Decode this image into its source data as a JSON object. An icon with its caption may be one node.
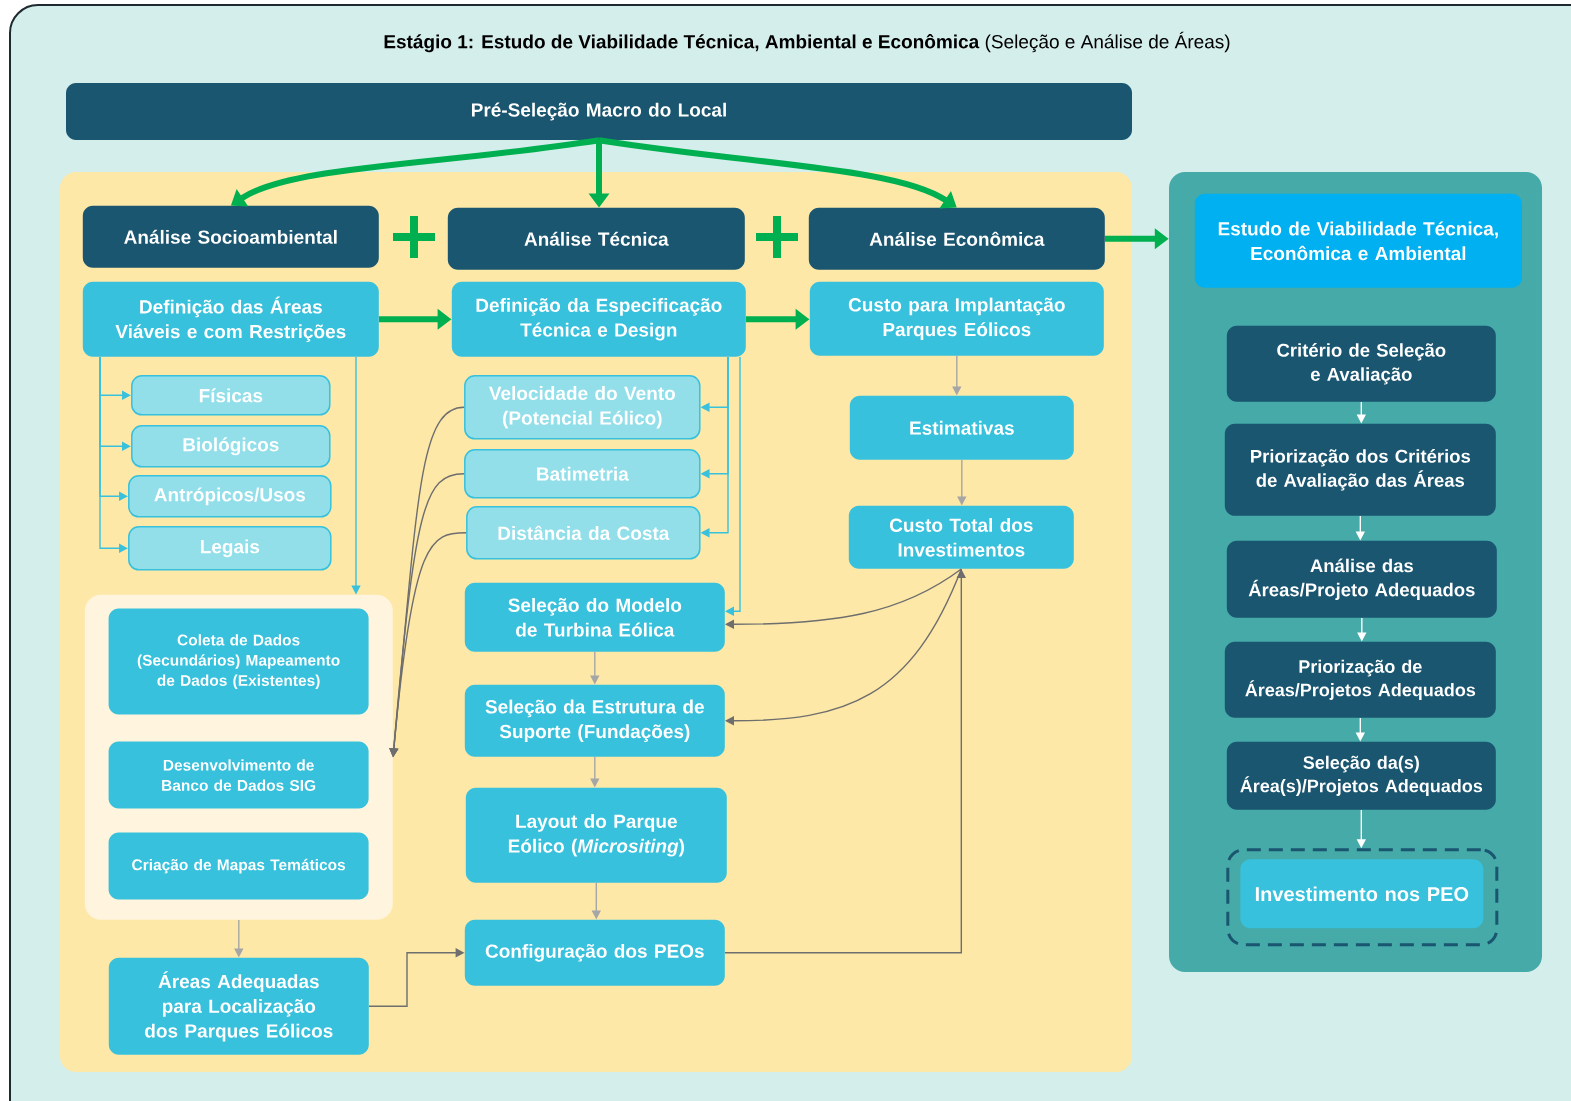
{
  "diagram": {
    "title": "**Estágio 1: Estudo de Viabilidade Técnica, Ambiental e Econômica** (Seleção e Análise de Áreas)",
    "nodes": [
      {
        "text": [
          "Pré-Seleção Macro do Local"
        ]
      },
      {
        "text": [],
        "shape": "box"
      },
      {
        "text": [
          "Análise Socioambiental"
        ],
        "in": 1
      },
      {
        "text": [
          "Análise Técnica"
        ],
        "in": 1
      },
      {
        "text": [
          "Análise Econômica"
        ],
        "in": 1
      },
      {
        "text": [
          "Definição das Áreas Viáveis e com Restrições"
        ],
        "in": 1
      },
      {
        "text": [
          "Físicas"
        ],
        "in": 1
      },
      {
        "text": [
          "Biológicos"
        ],
        "in": 1
      },
      {
        "text": [
          "Antrópicos/Usos"
        ],
        "in": 1
      },
      {
        "text": [
          "Legais"
        ],
        "in": 1
      },
      {
        "text": [],
        "shape": "box",
        "in": 1
      },
      {
        "text": [
          "Coleta de Dados (Secundários) Mapeamento de Dados (Existentes)"
        ],
        "in": 10
      },
      {
        "text": [
          "Desenvolvimento de Banco de Dados SIG"
        ],
        "in": 10
      },
      {
        "text": [
          "Criação de Mapas Temáticos"
        ],
        "in": 10
      },
      {
        "text": [
          "Áreas Adequadas para Localização dos Parques Eólicos"
        ],
        "in": 1
      },
      {
        "text": [
          "Definição da Especificação Técnica e Design"
        ],
        "in": 1
      },
      {
        "text": [
          "Velocidade do Vento (Potencial Eólico)"
        ],
        "in": 1
      },
      {
        "text": [
          "Batimetria"
        ],
        "in": 1
      },
      {
        "text": [
          "Distância da Costa"
        ],
        "in": 1
      },
      {
        "text": [
          "Seleção do Modelo de Turbina Eólica"
        ],
        "in": 1
      },
      {
        "text": [
          "Seleção da Estrutura de Suporte (Fundações)"
        ],
        "in": 1
      },
      {
        "text": [
          "Layout do Parque Eólico (*Micrositing*)"
        ],
        "in": 1
      },
      {
        "text": [
          "Configuração dos PEOs"
        ],
        "in": 1
      },
      {
        "text": [
          "Custo para Implantação Parques Eólicos"
        ],
        "in": 1
      },
      {
        "text": [
          "Estimativas"
        ],
        "in": 1
      },
      {
        "text": [
          "Custo Total dos Investimentos"
        ],
        "in": 1
      },
      {
        "text": [],
        "shape": "box"
      },
      {
        "text": [
          "Estudo de Viabilidade Técnica, Econômica e Ambiental"
        ],
        "in": 26
      },
      {
        "text": [
          "Critério de Seleção e Avaliação"
        ],
        "in": 26
      },
      {
        "text": [
          "Priorização dos Critérios de Avaliação das Áreas"
        ],
        "in": 26
      },
      {
        "text": [
          "Análise das Áreas/Projeto Adequados"
        ],
        "in": 26
      },
      {
        "text": [
          "Priorização de Áreas/Projetos Adequados"
        ],
        "in": 26
      },
      {
        "text": [
          "Seleção da(s) Área(s)/Projetos Adequados"
        ],
        "in": 26
      },
      {
        "text": [],
        "shape": "box",
        "in": 26
      },
      {
        "text": [
          "Investimento nos PEO"
        ],
        "in": 33
      }
    ],
    "edges": [
      {
        "from": 0,
        "to": 2,
        "arrow": "to",
        "style": "thick",
        "color": "#00b050"
      },
      {
        "from": 0,
        "to": 3,
        "arrow": "to",
        "style": "thick",
        "color": "#00b050"
      },
      {
        "from": 0,
        "to": 4,
        "arrow": "to",
        "style": "thick",
        "color": "#00b050"
      },
      {
        "from": 4,
        "to": 26,
        "arrow": "to",
        "style": "thick",
        "color": "#00b050"
      },
      {
        "from": 5,
        "to": 15,
        "arrow": "to",
        "style": "thick",
        "color": "#00b050"
      },
      {
        "from": 15,
        "to": 23,
        "arrow": "to",
        "style": "thick",
        "color": "#00b050"
      },
      {
        "from": 5,
        "to": 6,
        "arrow": "to",
        "color": "#38c1dc"
      },
      {
        "from": 5,
        "to": 7,
        "arrow": "to",
        "color": "#38c1dc"
      },
      {
        "from": 5,
        "to": 8,
        "arrow": "to",
        "color": "#38c1dc"
      },
      {
        "from": 5,
        "to": 9,
        "arrow": "to",
        "color": "#38c1dc"
      },
      {
        "from": 5,
        "to": 10,
        "arrow": "to",
        "color": "#38c1dc"
      },
      {
        "from": 15,
        "to": 16,
        "arrow": "to",
        "color": "#38c1dc"
      },
      {
        "from": 15,
        "to": 17,
        "arrow": "to",
        "color": "#38c1dc"
      },
      {
        "from": 15,
        "to": 18,
        "arrow": "to",
        "color": "#38c1dc"
      },
      {
        "from": 15,
        "to": 19,
        "arrow": "to",
        "color": "#38c1dc"
      },
      {
        "from": 16,
        "to": 10,
        "arrow": "to",
        "color": "#6e6e6e"
      },
      {
        "from": 17,
        "to": 10,
        "arrow": "to",
        "color": "#6e6e6e"
      },
      {
        "from": 18,
        "to": 10,
        "arrow": "to",
        "color": "#6e6e6e"
      },
      {
        "from": 10,
        "to": 14,
        "arrow": "to",
        "color": "#a6a6a6"
      },
      {
        "from": 14,
        "to": 22,
        "arrow": "to",
        "color": "#6e6e6e"
      },
      {
        "from": 19,
        "to": 20,
        "arrow": "to",
        "color": "#a6a6a6"
      },
      {
        "from": 20,
        "to": 21,
        "arrow": "to",
        "color": "#a6a6a6"
      },
      {
        "from": 21,
        "to": 22,
        "arrow": "to",
        "color": "#a6a6a6"
      },
      {
        "from": 22,
        "to": 25,
        "arrow": "to",
        "color": "#6e6e6e"
      },
      {
        "from": 25,
        "to": 19,
        "arrow": "to",
        "color": "#6e6e6e"
      },
      {
        "from": 25,
        "to": 20,
        "arrow": "to",
        "color": "#6e6e6e"
      },
      {
        "from": 23,
        "to": 24,
        "arrow": "to",
        "color": "#a6a6a6"
      },
      {
        "from": 24,
        "to": 25,
        "arrow": "to",
        "color": "#a6a6a6"
      },
      {
        "from": 28,
        "to": 29,
        "arrow": "to",
        "color": "#ffffff"
      },
      {
        "from": 29,
        "to": 30,
        "arrow": "to",
        "color": "#ffffff"
      },
      {
        "from": 30,
        "to": 31,
        "arrow": "to",
        "color": "#ffffff"
      },
      {
        "from": 31,
        "to": 32,
        "arrow": "to",
        "color": "#ffffff"
      },
      {
        "from": 32,
        "to": 33,
        "arrow": "to",
        "color": "#ffffff"
      }
    ]
  }
}
